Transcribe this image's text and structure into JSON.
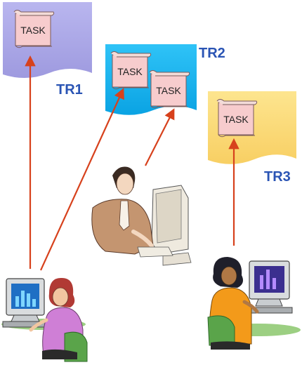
{
  "task_label": "TASK",
  "repositories": [
    {
      "id": "tr1",
      "label": "TR1",
      "color": "#a9a6e6",
      "tasks": 1
    },
    {
      "id": "tr2",
      "label": "TR2",
      "color": "#19b3ee",
      "tasks": 2
    },
    {
      "id": "tr3",
      "label": "TR3",
      "color": "#fbd978",
      "tasks": 1
    }
  ],
  "colors": {
    "arrow": "#d7411c",
    "repo_label": "#2a54b4",
    "scroll_fill": "#f7cccd",
    "scroll_stroke": "#7a5a5a"
  },
  "people": [
    {
      "id": "woman-left",
      "icon": "woman-at-computer-icon"
    },
    {
      "id": "man-center",
      "icon": "man-at-computer-icon"
    },
    {
      "id": "woman-right",
      "icon": "woman-at-computer-icon"
    }
  ]
}
